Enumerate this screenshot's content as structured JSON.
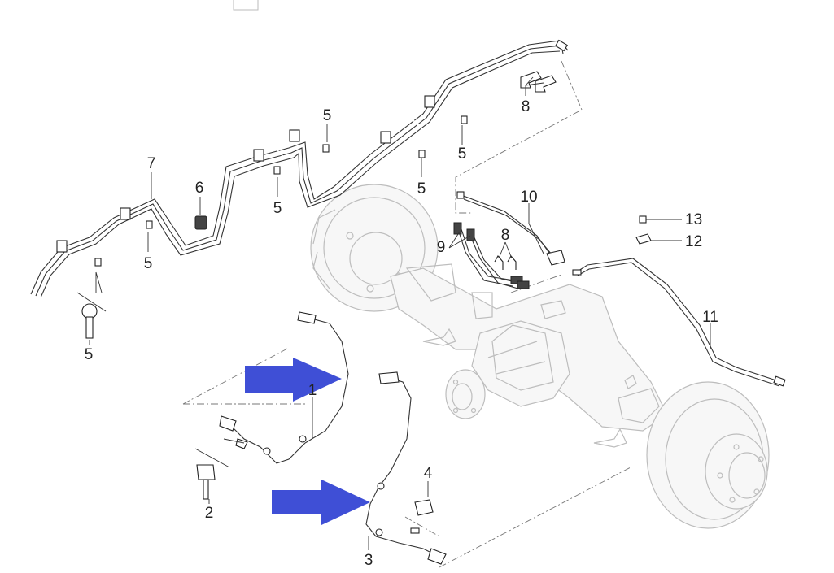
{
  "diagram": {
    "callouts": {
      "c1": "1",
      "c2": "2",
      "c3": "3",
      "c4": "4",
      "c5": "5",
      "c6": "6",
      "c7": "7",
      "c8": "8",
      "c9": "9",
      "c10": "10",
      "c11": "11",
      "c12": "12",
      "c13": "13"
    },
    "colors": {
      "arrow": "#3f4fd6",
      "line": "#222222",
      "ghost": "#bdbdbd"
    }
  }
}
